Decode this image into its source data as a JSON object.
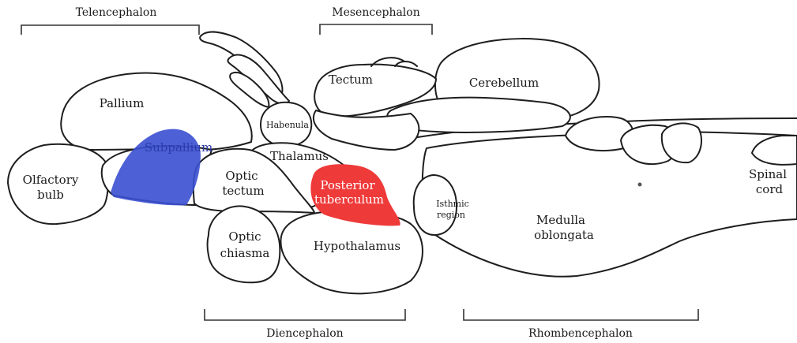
{
  "colors": {
    "subpallium": "#3a4fd0",
    "posterior_tuberculum": "#ef3a3a",
    "subpallium_text": "#2b3aa8",
    "posterior_tuberculum_text": "#ffffff"
  },
  "brackets": {
    "telencephalon": "Telencephalon",
    "mesencephalon": "Mesencephalon",
    "diencephalon": "Diencephalon",
    "rhombencephalon": "Rhombencephalon"
  },
  "regions": {
    "pallium": "Pallium",
    "subpallium": "Subpallium",
    "olfactory_bulb": [
      "Olfactory",
      "bulb"
    ],
    "optic_tectum": [
      "Optic",
      "tectum"
    ],
    "optic_chiasma": [
      "Optic",
      "chiasma"
    ],
    "habenula": "Habenula",
    "thalamus": "Thalamus",
    "tectum": "Tectum",
    "cerebellum": "Cerebellum",
    "posterior_tuberculum": [
      "Posterior",
      "tuberculum"
    ],
    "isthmic_region": [
      "Isthmic",
      "region"
    ],
    "hypothalamus": "Hypothalamus",
    "medulla_oblongata": [
      "Medulla",
      "oblongata"
    ],
    "spinal_cord": [
      "Spinal",
      "cord"
    ]
  }
}
